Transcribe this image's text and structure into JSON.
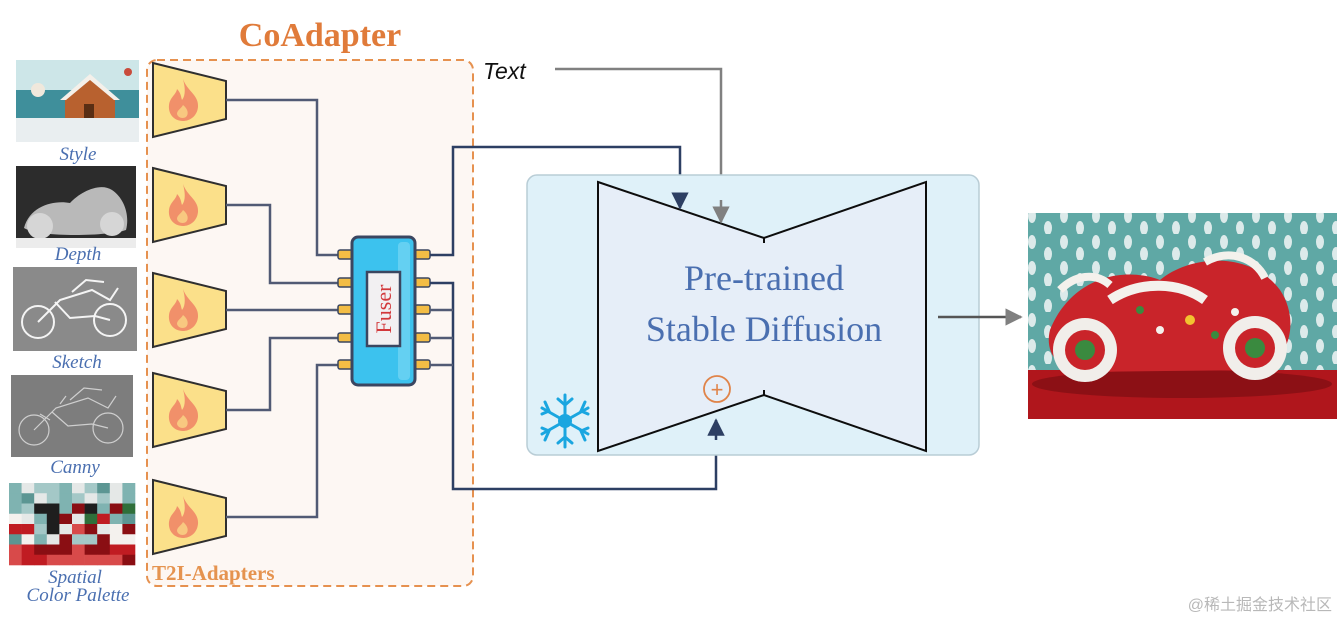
{
  "title": "CoAdapter",
  "group_label": "T2I-Adapters",
  "text_input_label": "Text",
  "fuser_label": "Fuser",
  "diffusion_label_line1": "Pre-trained",
  "diffusion_label_line2": "Stable Diffusion",
  "plus_symbol": "+",
  "conditions": [
    {
      "label": "Style"
    },
    {
      "label": "Depth"
    },
    {
      "label": "Sketch"
    },
    {
      "label": "Canny"
    },
    {
      "label_line1": "Spatial",
      "label_line2": "Color Palette"
    }
  ],
  "watermark": "@稀土掘金技术社区",
  "colors": {
    "title_orange": "#e07b3a",
    "caption_blue": "#4a6fb0",
    "adapter_fill": "#fbe08a",
    "flame": "#f1906a",
    "wire": "#3b4a6b",
    "diffusion_panel": "#dff1f9",
    "fuser_blue": "#3cc2ee",
    "snowflake": "#1aa6e0"
  }
}
